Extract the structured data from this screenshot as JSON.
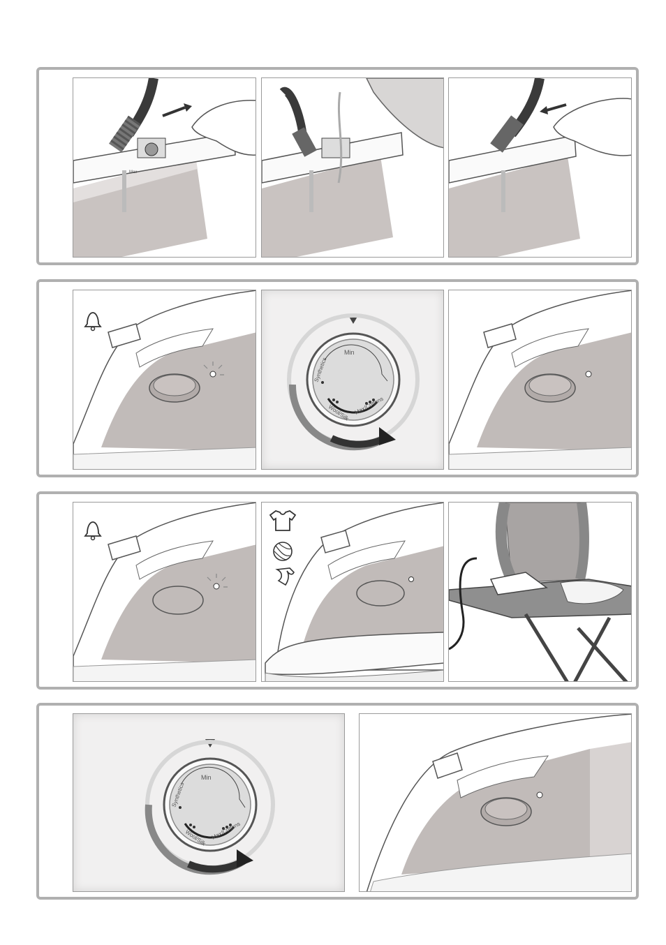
{
  "dial": {
    "min_label": "Min",
    "synthetics_label": "Synthetics",
    "wool_silk_label": "Wool/Silk",
    "max_cottons_label": "Max/Cottons"
  },
  "tank": {
    "max_label": "Max"
  },
  "colors": {
    "panel_border": "#b0b0b0",
    "frame_border": "#9a9a9a",
    "iron_body": "#b8b2b0",
    "iron_white": "#ffffff",
    "cord": "#3a3a3a",
    "board": "#8f8f8f"
  },
  "icons": [
    "bell-icon",
    "tshirt-icon",
    "wool-icon",
    "silk-icon",
    "arrow-icon"
  ]
}
